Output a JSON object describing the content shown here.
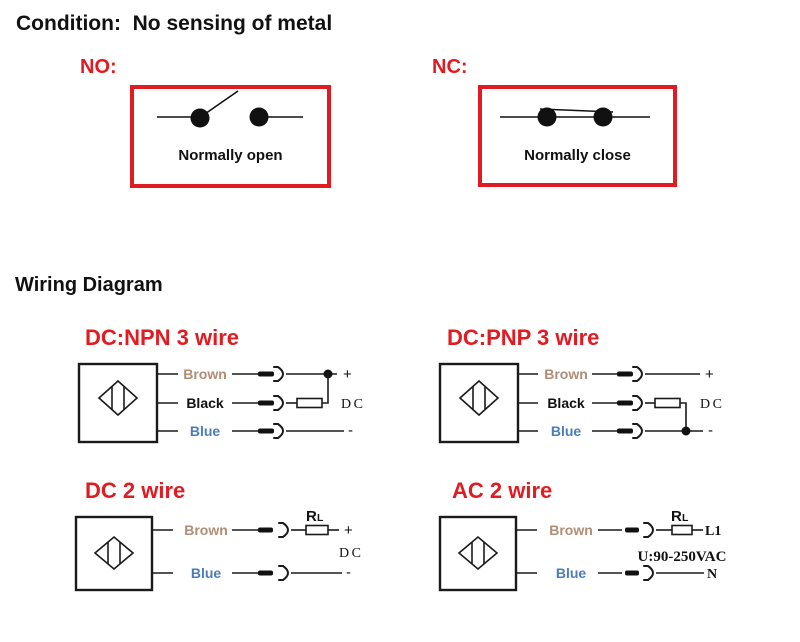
{
  "condition": {
    "title": "Condition:  No sensing of metal",
    "no": {
      "label": "NO:",
      "caption": "Normally open"
    },
    "nc": {
      "label": "NC:",
      "caption": "Normally close"
    }
  },
  "wiring": {
    "heading": "Wiring Diagram",
    "npn": {
      "title": "DC:NPN 3 wire",
      "brown": "Brown",
      "black": "Black",
      "blue": "Blue",
      "plus": "+",
      "minus": "-",
      "supply": "DC"
    },
    "pnp": {
      "title": "DC:PNP 3 wire",
      "brown": "Brown",
      "black": "Black",
      "blue": "Blue",
      "plus": "+",
      "minus": "-",
      "supply": "DC"
    },
    "dc2": {
      "title": "DC 2 wire",
      "brown": "Brown",
      "blue": "Blue",
      "plus": "+",
      "minus": "-",
      "supply": "DC",
      "load_r": "R",
      "load_l": "L"
    },
    "ac2": {
      "title": "AC 2 wire",
      "brown": "Brown",
      "blue": "Blue",
      "load_r": "R",
      "load_l": "L",
      "line": "L1",
      "voltage": "U:90-250VAC",
      "neutral": "N"
    }
  },
  "colors": {
    "red": "#e11b22",
    "brown_label": "#b08d76",
    "blue_label": "#4b7dbe",
    "line": "#1a1a1a"
  }
}
